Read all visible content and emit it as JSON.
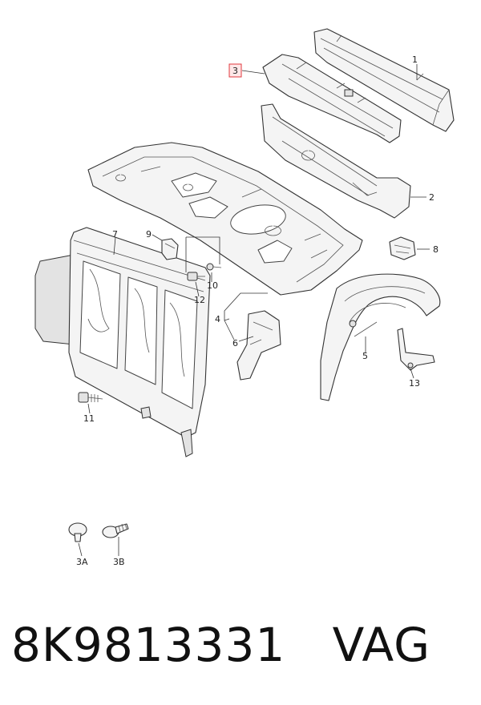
{
  "callouts": {
    "c1": "1",
    "c2": "2",
    "c3": "3",
    "c4": "4",
    "c5": "5",
    "c6": "6",
    "c7": "7",
    "c8": "8",
    "c9": "9",
    "c10": "10",
    "c11": "11",
    "c12": "12",
    "c13": "13",
    "c3a": "3A",
    "c3b": "3B"
  },
  "highlight_color": "#e0383e",
  "footer": {
    "part_number": "8K9813331",
    "brand": "VAG"
  }
}
